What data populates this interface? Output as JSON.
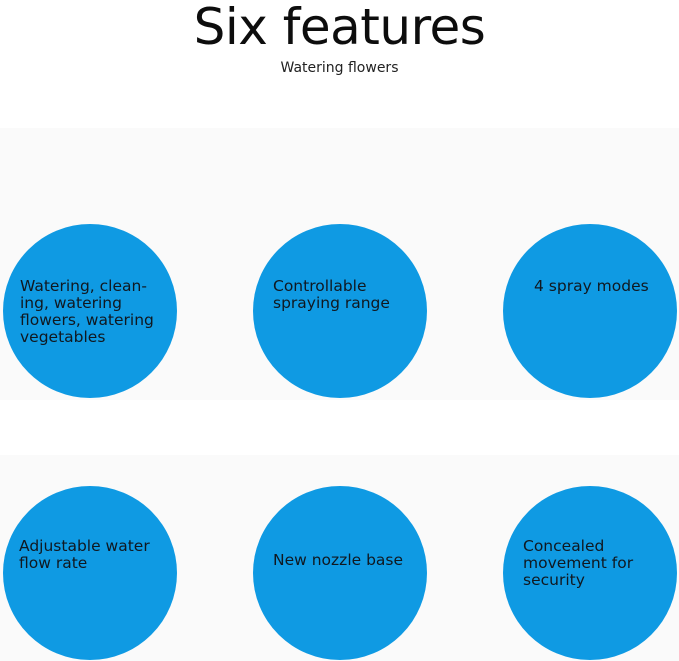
{
  "header": {
    "title": "Six features",
    "subtitle": "Watering flowers"
  },
  "features": [
    {
      "label": "Watering, clean-\ning, watering\nflowers, watering\nvegetables",
      "color": "#0f9ae3"
    },
    {
      "label": "Controllable\nspraying range",
      "color": "#0f9ae3"
    },
    {
      "label": "4 spray modes",
      "color": "#0f9ae3"
    },
    {
      "label": "Adjustable water\nflow rate",
      "color": "#0f9ae3"
    },
    {
      "label": "New nozzle base",
      "color": "#0f9ae3"
    },
    {
      "label": "Concealed\nmovement for\nsecurity",
      "color": "#0f9ae3"
    }
  ]
}
